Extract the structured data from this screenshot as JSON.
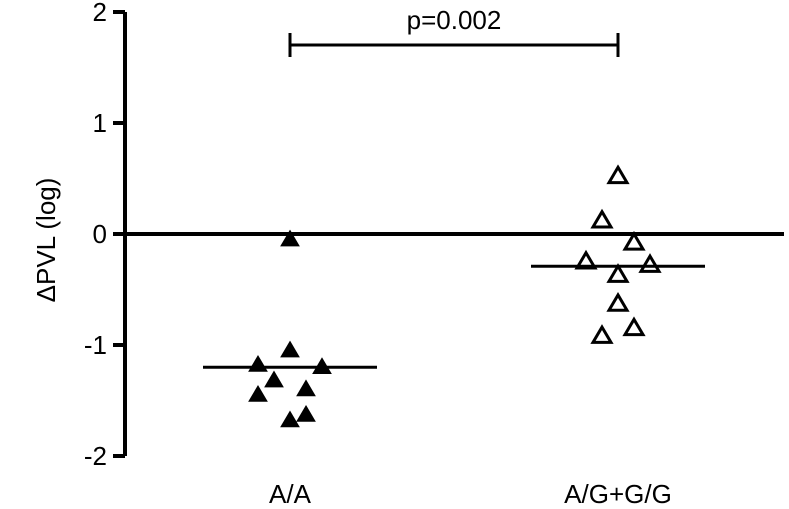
{
  "chart_data": {
    "type": "scatter",
    "title": "",
    "xlabel": "",
    "ylabel": "ΔPVL (log)",
    "ylim": [
      -2,
      2
    ],
    "yticks": [
      "2",
      "1",
      "0",
      "-1",
      "-2"
    ],
    "categories": [
      "A/A",
      "A/G+G/G"
    ],
    "reference_line_y": 0,
    "series": [
      {
        "category": "A/A",
        "marker": "filled-triangle",
        "values": [
          -0.05,
          -1.05,
          -1.18,
          -1.2,
          -1.32,
          -1.4,
          -1.45,
          -1.63,
          -1.68
        ],
        "x_offsets": [
          0,
          0,
          -1,
          1,
          -0.5,
          0.5,
          -1,
          0.5,
          0
        ],
        "median": -1.2
      },
      {
        "category": "A/G+G/G",
        "marker": "open-triangle",
        "values": [
          0.52,
          0.12,
          -0.08,
          -0.25,
          -0.28,
          -0.37,
          -0.63,
          -0.85,
          -0.92
        ],
        "x_offsets": [
          0,
          -0.5,
          0.5,
          -1,
          1,
          0,
          0,
          0.5,
          -0.5
        ],
        "median": -0.29
      }
    ],
    "annotation": {
      "text": "p=0.002",
      "from": "A/A",
      "to": "A/G+G/G"
    }
  }
}
